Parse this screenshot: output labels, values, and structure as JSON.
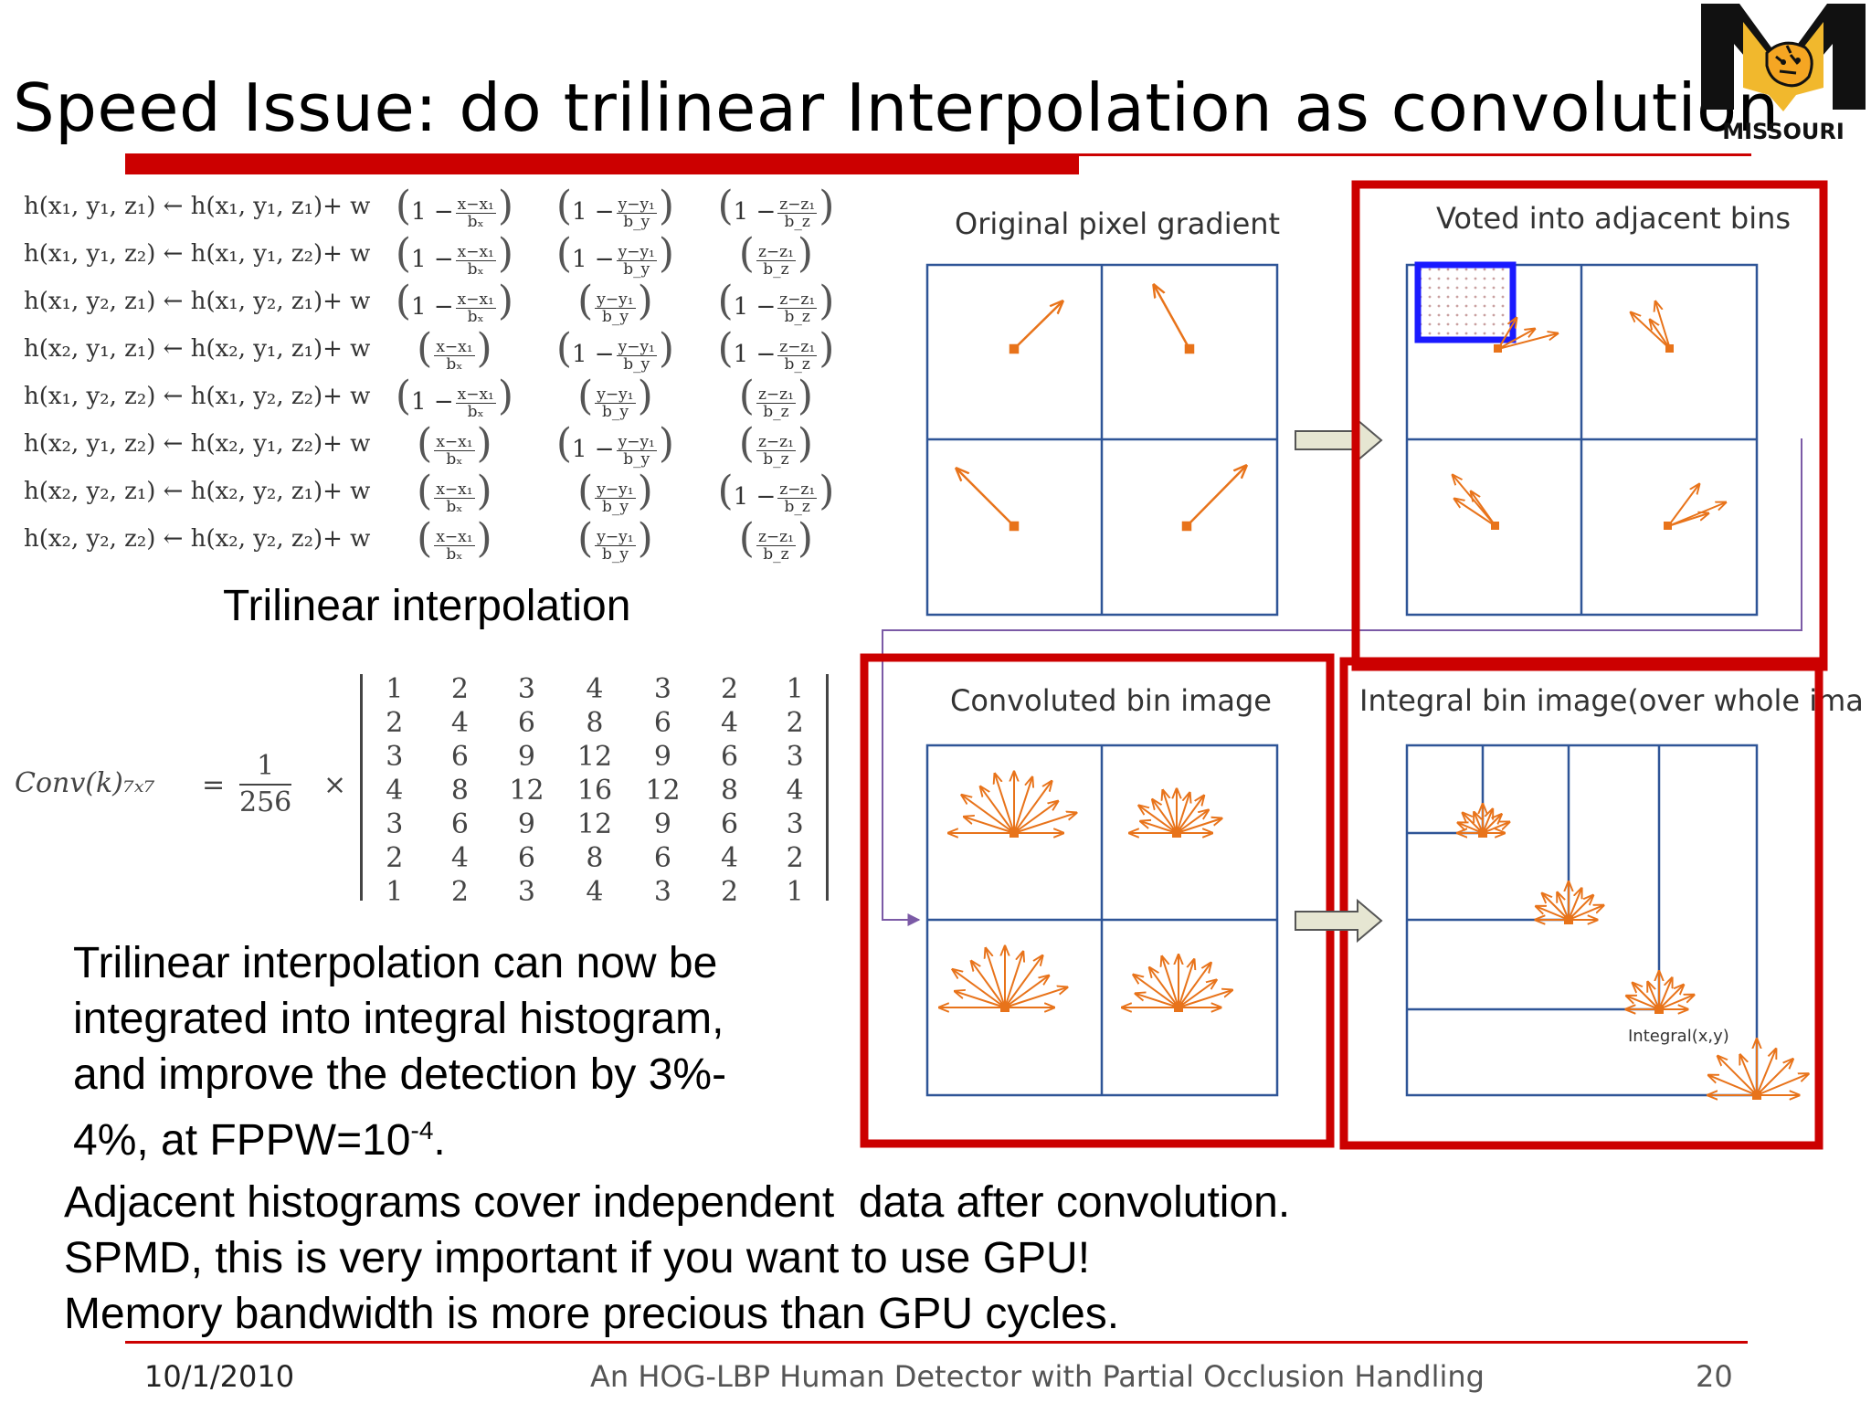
{
  "title": "Speed Issue: do trilinear Interpolation as convolution",
  "logo": {
    "text": "MISSOURI"
  },
  "equations": [
    {
      "lhs": "h(x₁, y₁, z₁) ← h(x₁, y₁, z₁)+ w",
      "fx": {
        "one_minus": true,
        "num": "x−x₁",
        "den": "bₓ"
      },
      "fy": {
        "one_minus": true,
        "num": "y−y₁",
        "den": "b_y"
      },
      "fz": {
        "one_minus": true,
        "num": "z−z₁",
        "den": "b_z"
      }
    },
    {
      "lhs": "h(x₁, y₁, z₂) ← h(x₁, y₁, z₂)+ w",
      "fx": {
        "one_minus": true,
        "num": "x−x₁",
        "den": "bₓ"
      },
      "fy": {
        "one_minus": true,
        "num": "y−y₁",
        "den": "b_y"
      },
      "fz": {
        "one_minus": false,
        "num": "z−z₁",
        "den": "b_z"
      }
    },
    {
      "lhs": "h(x₁, y₂, z₁) ← h(x₁, y₂, z₁)+ w",
      "fx": {
        "one_minus": true,
        "num": "x−x₁",
        "den": "bₓ"
      },
      "fy": {
        "one_minus": false,
        "num": "y−y₁",
        "den": "b_y"
      },
      "fz": {
        "one_minus": true,
        "num": "z−z₁",
        "den": "b_z"
      }
    },
    {
      "lhs": "h(x₂, y₁, z₁) ← h(x₂, y₁, z₁)+ w",
      "fx": {
        "one_minus": false,
        "num": "x−x₁",
        "den": "bₓ"
      },
      "fy": {
        "one_minus": true,
        "num": "y−y₁",
        "den": "b_y"
      },
      "fz": {
        "one_minus": true,
        "num": "z−z₁",
        "den": "b_z"
      }
    },
    {
      "lhs": "h(x₁, y₂, z₂) ← h(x₁, y₂, z₂)+ w",
      "fx": {
        "one_minus": true,
        "num": "x−x₁",
        "den": "bₓ"
      },
      "fy": {
        "one_minus": false,
        "num": "y−y₁",
        "den": "b_y"
      },
      "fz": {
        "one_minus": false,
        "num": "z−z₁",
        "den": "b_z"
      }
    },
    {
      "lhs": "h(x₂, y₁, z₂) ← h(x₂, y₁, z₂)+ w",
      "fx": {
        "one_minus": false,
        "num": "x−x₁",
        "den": "bₓ"
      },
      "fy": {
        "one_minus": true,
        "num": "y−y₁",
        "den": "b_y"
      },
      "fz": {
        "one_minus": false,
        "num": "z−z₁",
        "den": "b_z"
      }
    },
    {
      "lhs": "h(x₂, y₂, z₁) ← h(x₂, y₂, z₁)+ w",
      "fx": {
        "one_minus": false,
        "num": "x−x₁",
        "den": "bₓ"
      },
      "fy": {
        "one_minus": false,
        "num": "y−y₁",
        "den": "b_y"
      },
      "fz": {
        "one_minus": true,
        "num": "z−z₁",
        "den": "b_z"
      }
    },
    {
      "lhs": "h(x₂, y₂, z₂) ← h(x₂, y₂, z₂)+ w",
      "fx": {
        "one_minus": false,
        "num": "x−x₁",
        "den": "bₓ"
      },
      "fy": {
        "one_minus": false,
        "num": "y−y₁",
        "den": "b_y"
      },
      "fz": {
        "one_minus": false,
        "num": "z−z₁",
        "den": "b_z"
      }
    }
  ],
  "one_minus_text": "1 −",
  "trilinear_caption": "Trilinear interpolation",
  "conv": {
    "label": "Conv(k)₇ₓ₇",
    "equals": "=",
    "frac_num": "1",
    "frac_den": "256",
    "times": "×",
    "matrix": [
      [
        1,
        2,
        3,
        4,
        3,
        2,
        1
      ],
      [
        2,
        4,
        6,
        8,
        6,
        4,
        2
      ],
      [
        3,
        6,
        9,
        12,
        9,
        6,
        3
      ],
      [
        4,
        8,
        12,
        16,
        12,
        8,
        4
      ],
      [
        3,
        6,
        9,
        12,
        9,
        6,
        3
      ],
      [
        2,
        4,
        6,
        8,
        6,
        4,
        2
      ],
      [
        1,
        2,
        3,
        4,
        3,
        2,
        1
      ]
    ]
  },
  "paragraph1": {
    "lines": [
      "Trilinear interpolation can now be",
      "integrated into integral histogram,",
      "and improve the detection by 3%-"
    ],
    "last_prefix": "4%, at FPPW=10",
    "last_sup": "-4",
    "last_suffix": "."
  },
  "paragraph2": [
    "Adjacent histograms cover independent  data after convolution.",
    "SPMD, this is very important if you want to use GPU!",
    "Memory bandwidth is more precious than GPU cycles."
  ],
  "diagram": {
    "panel_original": "Original pixel gradient",
    "panel_voted": "Voted into adjacent bins",
    "panel_convoluted": "Convoluted bin image",
    "panel_integral": "Integral bin image(over whole image)",
    "integral_label": "Integral(x,y)",
    "colors": {
      "grid": "#2f5597",
      "arrow": "#e8731a",
      "highlight": "#cc0000",
      "selection": "#1a1aff",
      "block_arrow": "#e6e6d2"
    }
  },
  "footer": {
    "date": "10/1/2010",
    "center": "An HOG-LBP Human Detector with Partial Occlusion Handling",
    "page": "20"
  }
}
